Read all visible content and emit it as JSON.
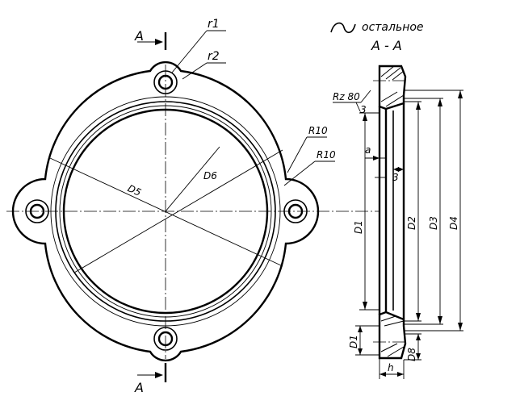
{
  "labels": {
    "section_top": "A",
    "section_bottom": "A",
    "r1": "r1",
    "r2": "r2",
    "R10_upper": "R10",
    "R10_lower": "R10",
    "D5": "D5",
    "D6": "D6",
    "roughness_all": "остальное",
    "section_title": "A - A",
    "roughness_value": "Rz 80",
    "roughness_sub": "3",
    "a": "a",
    "dim_3": "3",
    "D1": "D1",
    "D2": "D2",
    "D3": "D3",
    "D4": "D4",
    "d1": "D1",
    "h": "h",
    "d": "D8"
  }
}
